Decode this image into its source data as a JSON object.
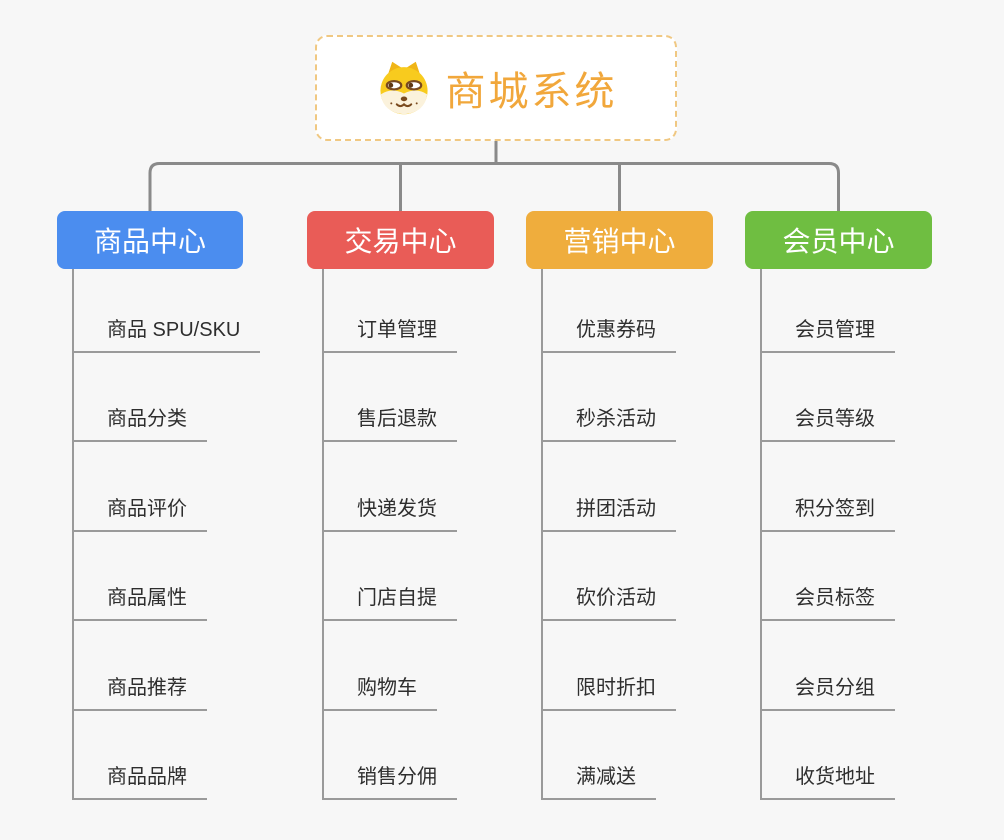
{
  "canvas": {
    "background": "#F7F7F7",
    "connector_color": "#8A8A8A",
    "trunk_color": "#9A9A9A"
  },
  "root": {
    "title": "商城系统",
    "icon": "dog-face-icon",
    "text_color": "#F1A73B",
    "border_color": "#F0C882"
  },
  "branches": [
    {
      "id": "product-center",
      "label": "商品中心",
      "color": "#4B8DEF",
      "children": [
        "商品 SPU/SKU",
        "商品分类",
        "商品评价",
        "商品属性",
        "商品推荐",
        "商品品牌"
      ]
    },
    {
      "id": "trade-center",
      "label": "交易中心",
      "color": "#E95C57",
      "children": [
        "订单管理",
        "售后退款",
        "快递发货",
        "门店自提",
        "购物车",
        "销售分佣"
      ]
    },
    {
      "id": "marketing-center",
      "label": "营销中心",
      "color": "#EFAD3D",
      "children": [
        "优惠券码",
        "秒杀活动",
        "拼团活动",
        "砍价活动",
        "限时折扣",
        "满减送"
      ]
    },
    {
      "id": "member-center",
      "label": "会员中心",
      "color": "#6FBE41",
      "children": [
        "会员管理",
        "会员等级",
        "积分签到",
        "会员标签",
        "会员分组",
        "收货地址"
      ]
    }
  ]
}
